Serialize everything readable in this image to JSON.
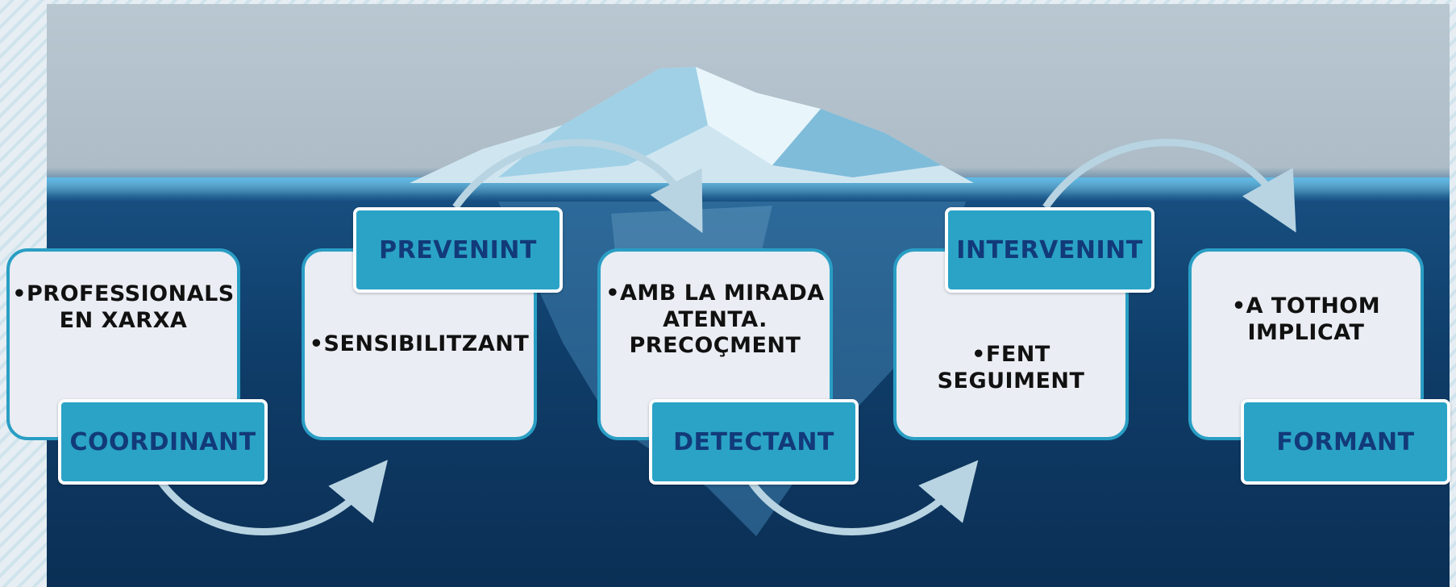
{
  "diagram": {
    "steps": [
      {
        "label": "COORDINANT",
        "text_lines": [
          "•PROFESSIONALS",
          "EN XARXA"
        ]
      },
      {
        "label": "PREVENINT",
        "text_lines": [
          "•SENSIBILITZANT"
        ]
      },
      {
        "label": "DETECTANT",
        "text_lines": [
          "•AMB LA MIRADA",
          "ATENTA.",
          "PRECOÇMENT"
        ]
      },
      {
        "label": "INTERVENINT",
        "text_lines": [
          "•FENT",
          "SEGUIMENT"
        ]
      },
      {
        "label": "FORMANT",
        "text_lines": [
          "•A TOTHOM",
          "IMPLICAT"
        ]
      }
    ]
  },
  "colors": {
    "card_fill": "#eaedf3",
    "card_border": "#2a9ec4",
    "label_fill": "#2aa3c6",
    "label_text": "#123a7a",
    "arrow": "#b8d4e2"
  }
}
